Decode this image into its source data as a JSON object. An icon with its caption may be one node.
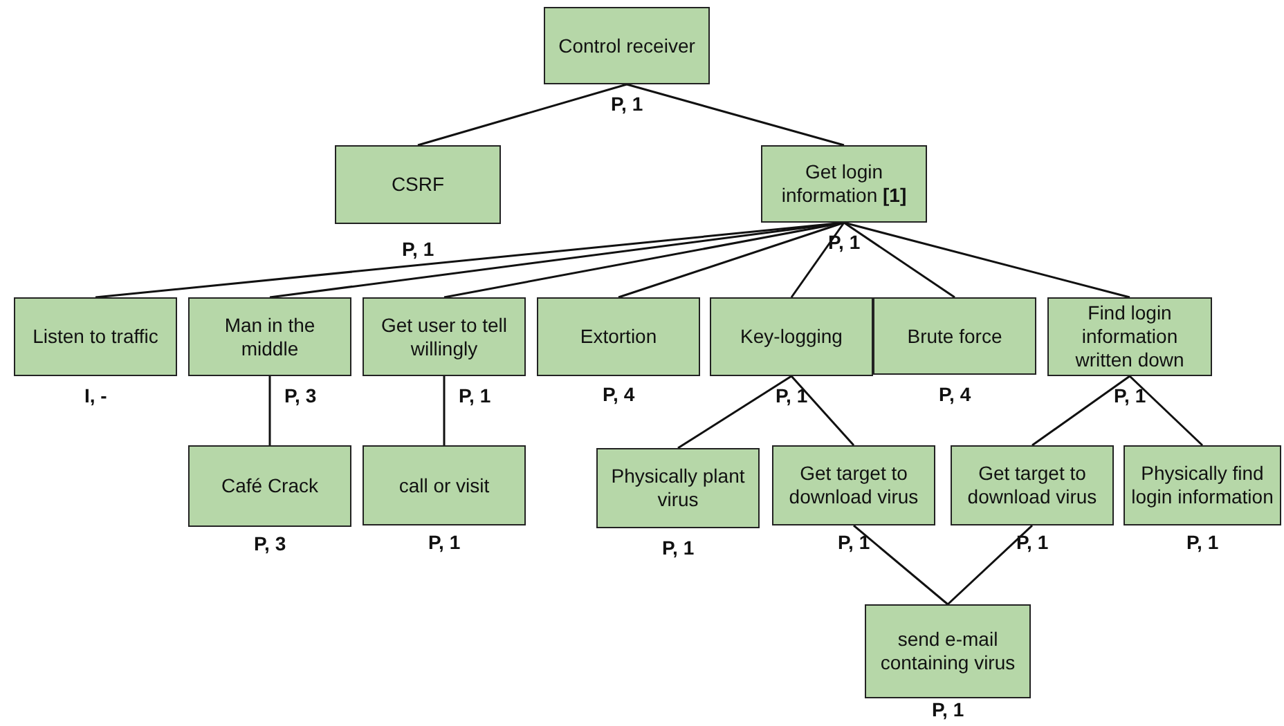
{
  "diagram": {
    "nodes": [
      {
        "text": [
          "Control receiver"
        ],
        "beside": [
          "P, 1"
        ]
      },
      {
        "text": [
          "CSRF"
        ],
        "beside": [
          "P, 1"
        ]
      },
      {
        "text": [
          "Get login information **[1]**"
        ],
        "beside": [
          "P, 1"
        ]
      },
      {
        "text": [
          "Listen to traffic"
        ],
        "beside": [
          "I, -"
        ]
      },
      {
        "text": [
          "Man in the middle"
        ],
        "beside": [
          "P, 3"
        ]
      },
      {
        "text": [
          "Get user to tell willingly"
        ],
        "beside": [
          "P, 1"
        ]
      },
      {
        "text": [
          "Extortion"
        ],
        "beside": [
          "P, 4"
        ]
      },
      {
        "text": [
          "Key-logging"
        ],
        "beside": [
          "P, 1"
        ]
      },
      {
        "text": [
          "Brute force"
        ],
        "beside": [
          "P, 4"
        ]
      },
      {
        "text": [
          "Find login information written down"
        ],
        "beside": [
          "P, 1"
        ]
      },
      {
        "text": [
          "Café Crack"
        ],
        "beside": [
          "P, 3"
        ]
      },
      {
        "text": [
          "call or visit"
        ],
        "beside": [
          "P, 1"
        ]
      },
      {
        "text": [
          "Physically plant virus"
        ],
        "beside": [
          "P, 1"
        ]
      },
      {
        "text": [
          "Get target to download virus"
        ],
        "beside": [
          "P, 1"
        ]
      },
      {
        "text": [
          "Get target to download virus"
        ],
        "beside": [
          "P, 1"
        ]
      },
      {
        "text": [
          "Physically find login information"
        ],
        "beside": [
          "P, 1"
        ]
      },
      {
        "text": [
          "send e-mail containing virus"
        ],
        "beside": [
          "P, 1"
        ]
      }
    ],
    "edges": [
      {
        "from": 0,
        "to": 1,
        "arrow": "none"
      },
      {
        "from": 0,
        "to": 2,
        "arrow": "none"
      },
      {
        "from": 2,
        "to": 3,
        "arrow": "none"
      },
      {
        "from": 2,
        "to": 4,
        "arrow": "none"
      },
      {
        "from": 2,
        "to": 5,
        "arrow": "none"
      },
      {
        "from": 2,
        "to": 6,
        "arrow": "none"
      },
      {
        "from": 2,
        "to": 7,
        "arrow": "none"
      },
      {
        "from": 2,
        "to": 8,
        "arrow": "none"
      },
      {
        "from": 2,
        "to": 9,
        "arrow": "none"
      },
      {
        "from": 4,
        "to": 10,
        "arrow": "none"
      },
      {
        "from": 5,
        "to": 11,
        "arrow": "none"
      },
      {
        "from": 7,
        "to": 12,
        "arrow": "none"
      },
      {
        "from": 7,
        "to": 13,
        "arrow": "none"
      },
      {
        "from": 9,
        "to": 14,
        "arrow": "none"
      },
      {
        "from": 9,
        "to": 15,
        "arrow": "none"
      },
      {
        "from": 13,
        "to": 16,
        "arrow": "none"
      },
      {
        "from": 14,
        "to": 16,
        "arrow": "none"
      }
    ]
  }
}
